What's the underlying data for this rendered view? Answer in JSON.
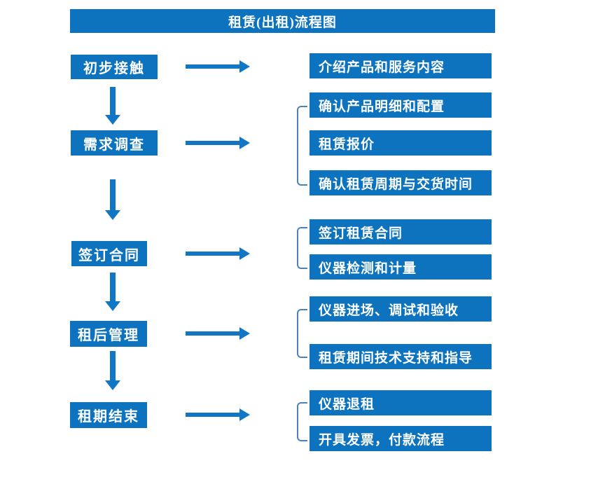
{
  "title": "租赁(出租)流程图",
  "colors": {
    "primary": "#0d73bf",
    "arrow": "#1176c4",
    "bracket": "#4c80be",
    "text_on_blue": "#ffffff",
    "background": "#ffffff"
  },
  "left_steps": [
    {
      "label": "初步接触"
    },
    {
      "label": "需求调查"
    },
    {
      "label": "签订合同"
    },
    {
      "label": "租后管理"
    },
    {
      "label": "租期结束"
    }
  ],
  "right_items": [
    {
      "label": "介绍产品和服务内容",
      "group": 1
    },
    {
      "label": "确认产品明细和配置",
      "group": 2
    },
    {
      "label": "租赁报价",
      "group": 2
    },
    {
      "label": "确认租赁周期与交货时间",
      "group": 2
    },
    {
      "label": "签订租赁合同",
      "group": 3
    },
    {
      "label": "仪器检测和计量",
      "group": 3
    },
    {
      "label": "仪器进场、调试和验收",
      "group": 4
    },
    {
      "label": "租赁期间技术支持和指导",
      "group": 4
    },
    {
      "label": "仪器退租",
      "group": 5
    },
    {
      "label": "开具发票，付款流程",
      "group": 5
    }
  ]
}
